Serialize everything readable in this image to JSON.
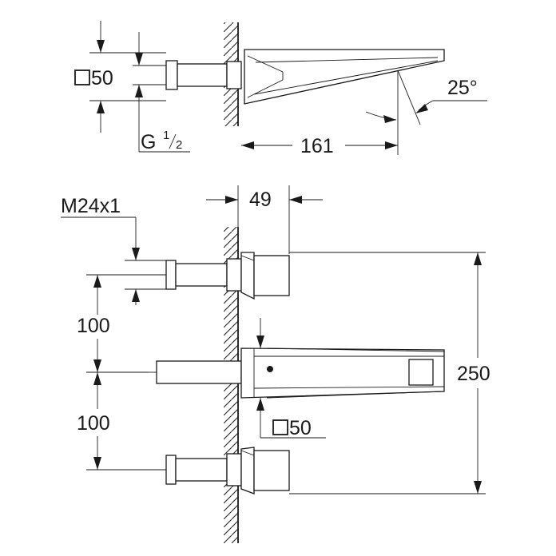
{
  "labels": {
    "top_square_size": "50",
    "pipe_thread": "G",
    "pipe_thread_num": "1",
    "pipe_thread_den": "2",
    "spout_length": "161",
    "spout_angle": "25°",
    "bottom_thread": "M24x1",
    "body_depth": "49",
    "spacing_upper": "100",
    "spacing_lower": "100",
    "overall_height": "250",
    "bottom_square_size": "50"
  }
}
